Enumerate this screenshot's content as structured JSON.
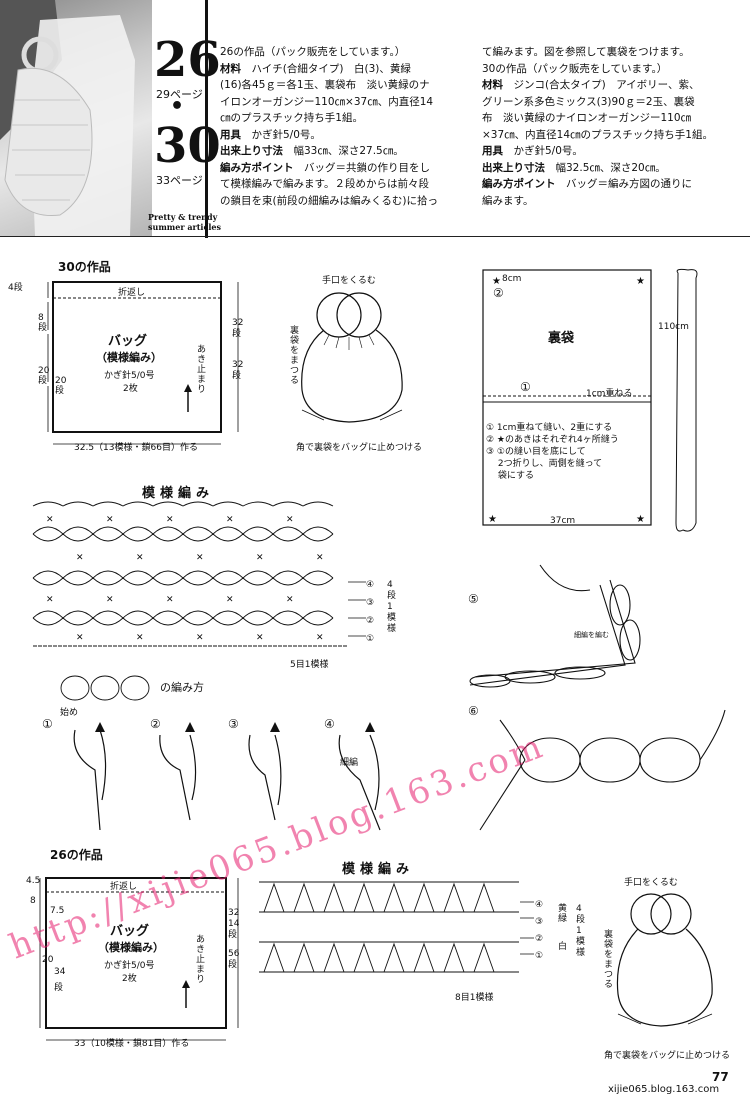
{
  "header": {
    "num_26": "26",
    "page_26": "29ページ",
    "dot": "•",
    "num_30": "30",
    "page_30": "33ページ",
    "caption_line1": "Pretty & trendy",
    "caption_line2": "summer articles"
  },
  "text_col1": [
    {
      "head": "",
      "body": "26の作品（パック販売をしています。）"
    },
    {
      "head": "材料",
      "body": "　ハイチ(合細タイプ)　白(3)、黄緑"
    },
    {
      "head": "",
      "body": "(16)各45ｇ＝各1玉、裏袋布　淡い黄緑のナ"
    },
    {
      "head": "",
      "body": "イロンオーガンジー110㎝×37㎝、内直径14"
    },
    {
      "head": "",
      "body": "㎝のプラスチック持ち手1組。"
    },
    {
      "head": "用具",
      "body": "　かぎ針5/0号。"
    },
    {
      "head": "出来上り寸法",
      "body": "　幅33㎝、深さ27.5㎝。"
    },
    {
      "head": "編み方ポイント",
      "body": "　バッグ＝共鎖の作り目をし"
    },
    {
      "head": "",
      "body": "て模様編みで編みます。２段めからは前々段"
    },
    {
      "head": "",
      "body": "の鎖目を束(前段の細編みは編みくるむ)に拾っ"
    }
  ],
  "text_col2": [
    {
      "head": "",
      "body": "て編みます。図を参照して裏袋をつけます。"
    },
    {
      "head": "",
      "body": "30の作品（パック販売をしています。）"
    },
    {
      "head": "材料",
      "body": "　ジンコ(合太タイプ)　アイボリー、紫、"
    },
    {
      "head": "",
      "body": "グリーン系多色ミックス(3)90ｇ＝2玉、裏袋"
    },
    {
      "head": "",
      "body": "布　淡い黄緑のナイロンオーガンジー110㎝"
    },
    {
      "head": "",
      "body": "×37㎝、内直径14㎝のプラスチック持ち手1組。"
    },
    {
      "head": "用具",
      "body": "　かぎ針5/0号。"
    },
    {
      "head": "出来上り寸法",
      "body": "　幅32.5㎝、深さ20㎝。"
    },
    {
      "head": "編み方ポイント",
      "body": "　バッグ＝編み方図の通りに"
    },
    {
      "head": "",
      "body": "編みます。"
    }
  ],
  "section30": {
    "title": "30の作品",
    "fold": "折返し",
    "bag": "バッグ",
    "pattern": "（模様編み）",
    "hook": "かぎ針5/0号",
    "count": "2枚",
    "opening": "あき止まり",
    "left_dims": [
      "4段",
      "8段",
      "20段",
      "20段"
    ],
    "left_vals": [
      "4",
      "8",
      "20",
      "20"
    ],
    "right_dim": "32 段",
    "right_dim2": "32段",
    "bottom": "32.5（13模様・鎖66目）作る",
    "handle_top": "手口をくるむ",
    "handle_side": "裏袋をまつる",
    "handle_bottom": "角で裏袋をバッグに止めつける",
    "lining_8": "8cm",
    "lining_title": "裏袋",
    "lining_110": "110cm",
    "lining_1cm": "1cm重ねる",
    "lining_37": "37cm",
    "steps": [
      "① 1cm重ねて縫い、2重にする",
      "② ★のあきはそれぞれ4ヶ所縫う",
      "③ ①の縫い目を底にして",
      "　 2つ折りし、両側を縫って",
      "　 袋にする"
    ],
    "circle_nums": [
      "①",
      "②"
    ]
  },
  "pattern30": {
    "title": "模様編み",
    "rows": [
      "④",
      "③",
      "②",
      "①"
    ],
    "side": "4段1模様",
    "repeat": "5目1模様"
  },
  "howto": {
    "title": "の編み方",
    "start": "始め",
    "step_labels": [
      "①",
      "②",
      "③",
      "④",
      "⑤",
      "⑥"
    ],
    "thin": "細編",
    "wrap": "細編を編む"
  },
  "section26": {
    "title": "26の作品",
    "fold": "折返し",
    "bag": "バッグ",
    "pattern": "（模様編み）",
    "hook": "かぎ針5/0号",
    "count": "2枚",
    "opening": "あき止まり",
    "left_vals": [
      "4.5",
      "8",
      "7.5",
      "20",
      "34",
      "段"
    ],
    "right_dims": [
      "32",
      "14",
      "段",
      "56",
      "段"
    ],
    "bottom": "33（10模様・鎖81目）作る",
    "handle_top": "手口をくるむ",
    "handle_side": "裏袋をまつる",
    "handle_bottom": "角で裏袋をバッグに止めつける"
  },
  "pattern26": {
    "title": "模様編み",
    "rows": [
      "④",
      "③",
      "②",
      "①"
    ],
    "colors": [
      "黄緑",
      "白"
    ],
    "side": "4段1模様",
    "repeat": "8目1模様"
  },
  "footer": {
    "page": "77",
    "blog": "xijie065.blog.163.com"
  },
  "watermark": "http://xijie065.blog.163.com"
}
